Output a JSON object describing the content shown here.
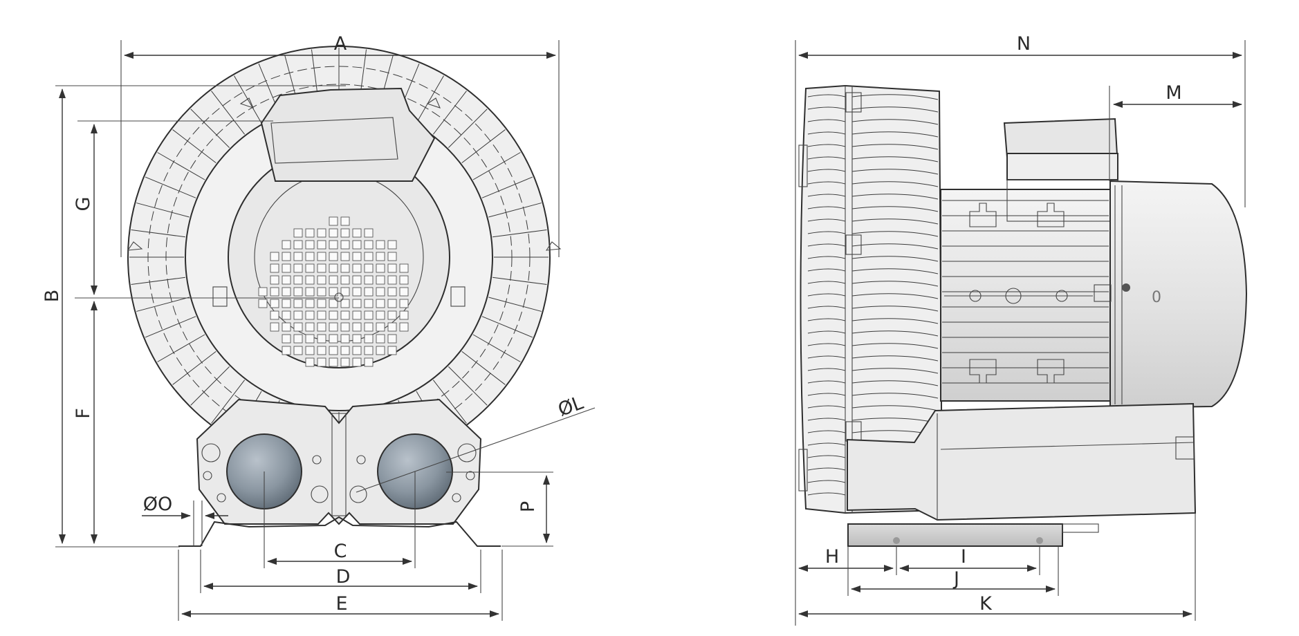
{
  "front_view": {
    "labels": {
      "A": "A",
      "B": "B",
      "G": "G",
      "F": "F",
      "C": "C",
      "D": "D",
      "E": "E",
      "P": "P",
      "OL": "ØL",
      "OO": "ØO"
    }
  },
  "side_view": {
    "labels": {
      "N": "N",
      "M": "M",
      "H": "H",
      "I": "I",
      "J": "J",
      "K": "K",
      "zero": "0"
    }
  },
  "colors": {
    "line": "#2e2e2e",
    "housing_fill": "#e9e9e9",
    "port_fill": "#7f8b96"
  }
}
